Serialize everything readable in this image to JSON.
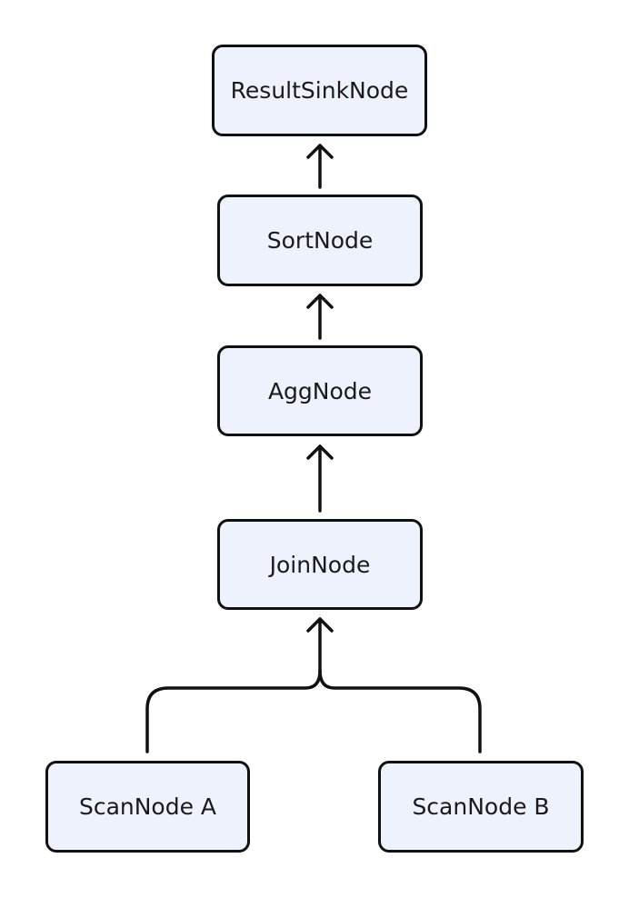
{
  "diagram": {
    "nodes": {
      "result_sink": "ResultSinkNode",
      "sort": "SortNode",
      "agg": "AggNode",
      "join": "JoinNode",
      "scan_a": "ScanNode A",
      "scan_b": "ScanNode B"
    },
    "edges": [
      {
        "from": "scan_a",
        "to": "join"
      },
      {
        "from": "scan_b",
        "to": "join"
      },
      {
        "from": "join",
        "to": "agg"
      },
      {
        "from": "agg",
        "to": "sort"
      },
      {
        "from": "sort",
        "to": "result_sink"
      }
    ],
    "colors": {
      "node_fill": "#eef2fc",
      "node_border": "#111111",
      "edge": "#111111",
      "text": "#1a1a1a"
    }
  }
}
